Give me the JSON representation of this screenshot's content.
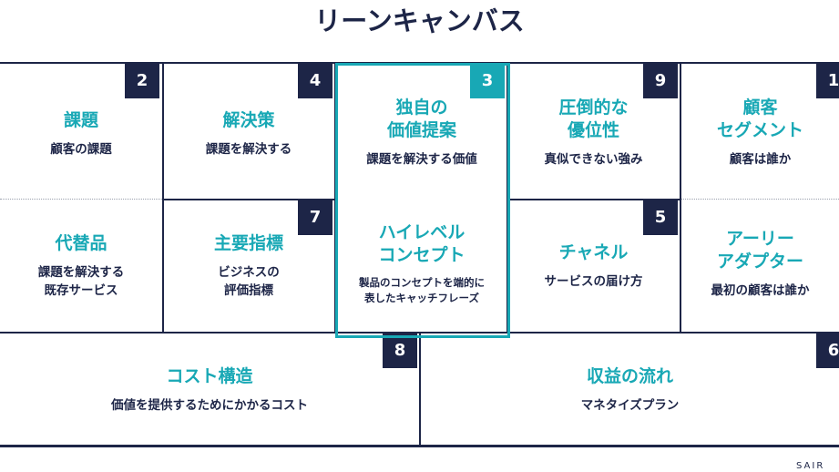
{
  "title": "リーンキャンバス",
  "colors": {
    "navy": "#1d2547",
    "teal": "#18a8b5",
    "dotted": "#9aa0ad"
  },
  "blocks": {
    "problem": {
      "number": "2",
      "title": "課題",
      "subtitle": "顧客の課題"
    },
    "solution": {
      "number": "4",
      "title": "解決策",
      "subtitle": "課題を解決する"
    },
    "uvp": {
      "number": "3",
      "title": "独自の\n価値提案",
      "subtitle": "課題を解決する価値"
    },
    "unfair_advantage": {
      "number": "9",
      "title": "圧倒的な\n優位性",
      "subtitle": "真似できない強み"
    },
    "customer_segments": {
      "number": "1",
      "title": "顧客\nセグメント",
      "subtitle": "顧客は誰か"
    },
    "alternatives": {
      "title": "代替品",
      "subtitle": "課題を解決する\n既存サービス"
    },
    "key_metrics": {
      "number": "7",
      "title": "主要指標",
      "subtitle": "ビジネスの\n評価指標"
    },
    "high_level_concept": {
      "title": "ハイレベル\nコンセプト",
      "subtitle": "製品のコンセプトを端的に\n表したキャッチフレーズ"
    },
    "channels": {
      "number": "5",
      "title": "チャネル",
      "subtitle": "サービスの届け方"
    },
    "early_adopters": {
      "title": "アーリー\nアダプター",
      "subtitle": "最初の顧客は誰か"
    },
    "cost_structure": {
      "number": "8",
      "title": "コスト構造",
      "subtitle": "価値を提供するためにかかるコスト"
    },
    "revenue_streams": {
      "number": "6",
      "title": "収益の流れ",
      "subtitle": "マネタイズプラン"
    }
  },
  "logo": "SAIR"
}
